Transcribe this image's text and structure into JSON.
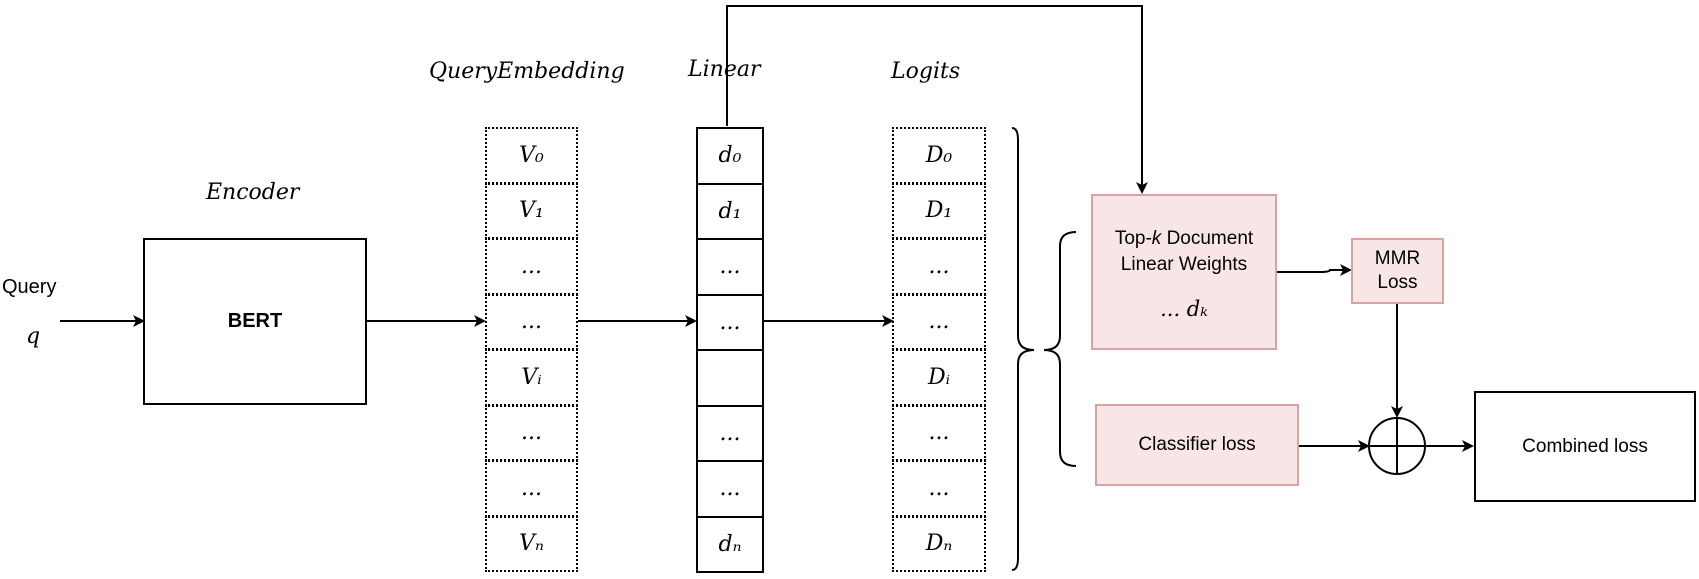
{
  "labels": {
    "query": "Query",
    "query_var": "q",
    "encoder": "Encoder",
    "query_embedding": "QueryEmbedding",
    "linear": "Linear",
    "logits": "Logits"
  },
  "bert_box": {
    "label": "BERT"
  },
  "embedding_cells": [
    "V₀",
    "V₁",
    "...",
    "...",
    "Vᵢ",
    "...",
    "...",
    "Vₙ"
  ],
  "linear_cells": [
    "d₀",
    "d₁",
    "...",
    "...",
    "",
    "...",
    "...",
    "dₙ"
  ],
  "logit_cells": [
    "D₀",
    "D₁",
    "...",
    "...",
    "Dᵢ",
    "...",
    "...",
    "Dₙ"
  ],
  "topk_box": {
    "line1_prefix": "Top-",
    "line1_k": "k",
    "line1_suffix": " Document",
    "line2": "Linear Weights",
    "line3": "... dₖ"
  },
  "mmr_box": {
    "line1": "MMR",
    "line2": "Loss"
  },
  "classifier_box": {
    "label": "Classifier loss"
  },
  "combined_box": {
    "label": "Combined loss"
  },
  "colors": {
    "pink_fill": "#f8e6e6",
    "pink_border": "#d9a3a3",
    "line": "#000000"
  }
}
